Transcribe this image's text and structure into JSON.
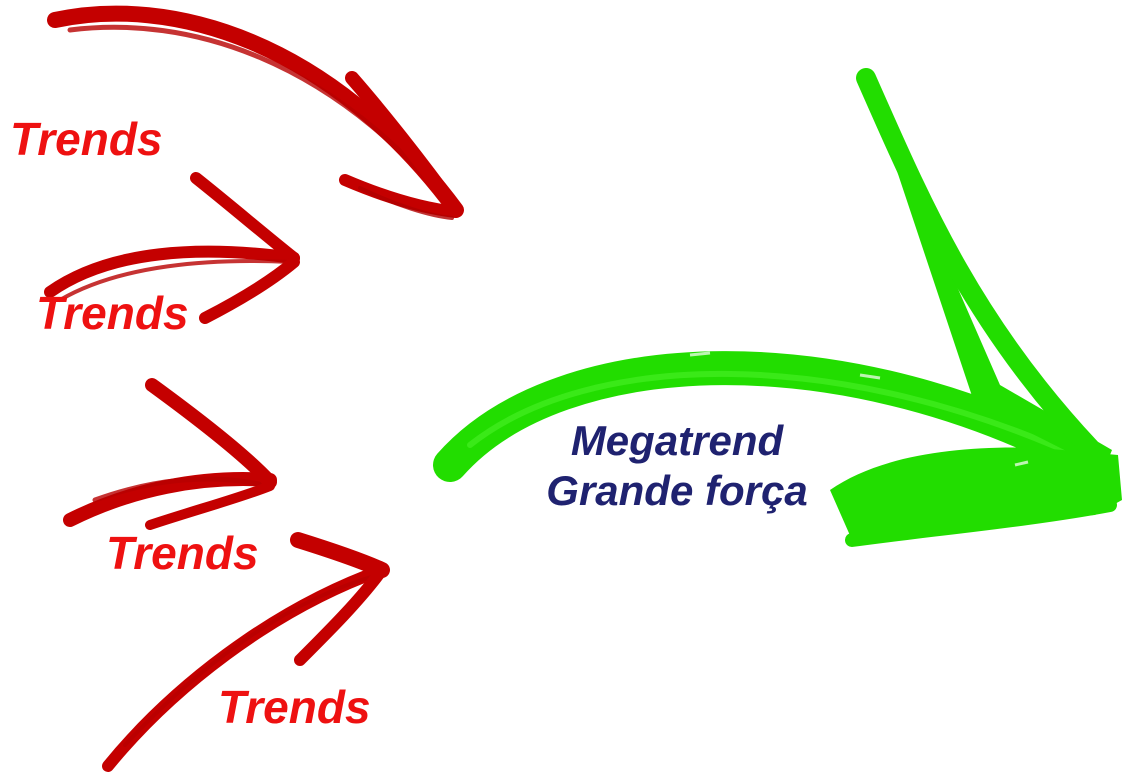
{
  "colors": {
    "trend_arrow": "#c40000",
    "trend_text": "#ee1111",
    "megatrend_arrow": "#22dd00",
    "megatrend_text": "#1f2270",
    "background": "#ffffff"
  },
  "trends": [
    {
      "label": "Trends"
    },
    {
      "label": "Trends"
    },
    {
      "label": "Trends"
    },
    {
      "label": "Trends"
    }
  ],
  "megatrend": {
    "line1": "Megatrend",
    "line2": "Grande força"
  },
  "icons": {
    "trend_arrow": "brush-arrow-icon",
    "megatrend_arrow": "brush-arrow-icon"
  }
}
